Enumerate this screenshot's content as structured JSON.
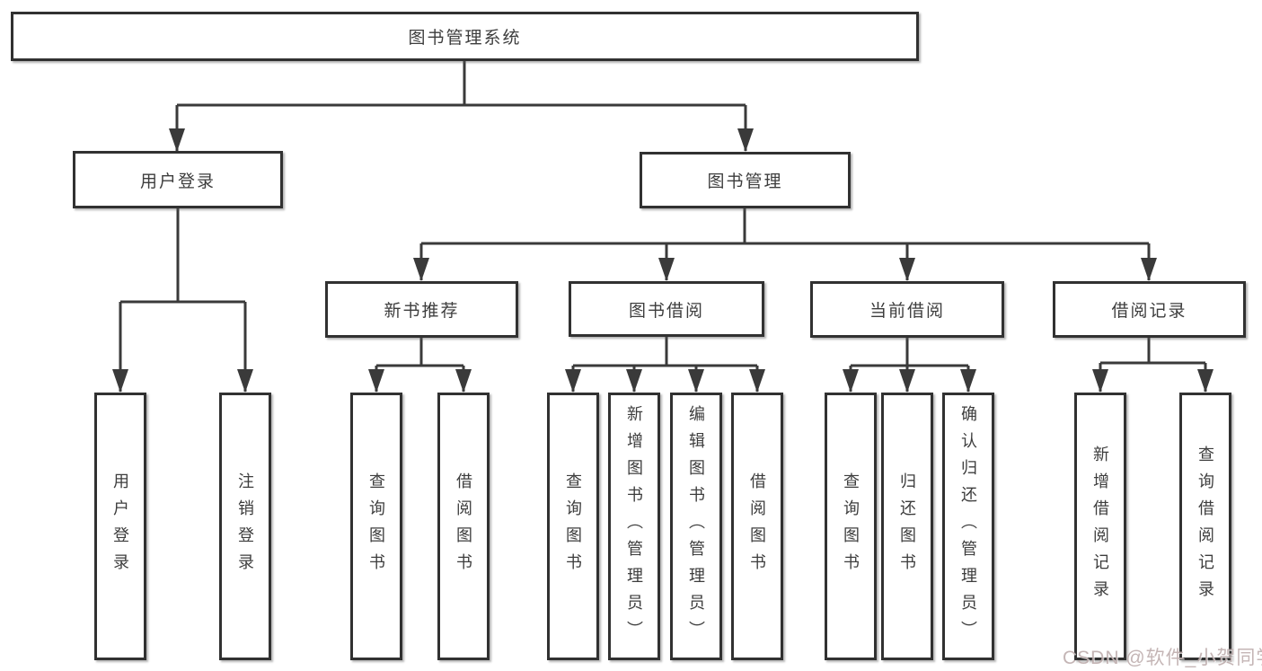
{
  "labels": {
    "root": "图书管理系统",
    "user_login": "用户登录",
    "book_mgmt": "图书管理",
    "new_book_rec": "新书推荐",
    "book_borrow": "图书借阅",
    "current_borrow": "当前借阅",
    "borrow_record": "借阅记录",
    "leaf_user_login": "用户登录",
    "leaf_logout": "注销登录",
    "leaf_query_book_1": "查询图书",
    "leaf_borrow_book_1": "借阅图书",
    "leaf_query_book_2": "查询图书",
    "leaf_add_book": "新增图书（管理员）",
    "leaf_edit_book": "编辑图书（管理员）",
    "leaf_borrow_book_2": "借阅图书",
    "leaf_query_book_3": "查询图书",
    "leaf_return_book": "归还图书",
    "leaf_confirm_return": "确认归还（管理员）",
    "leaf_add_record": "新增借阅记录",
    "leaf_query_record": "查询借阅记录"
  },
  "watermark": "CSDN @软件_小贺同学",
  "hierarchy": {
    "图书管理系统": {
      "用户登录": [
        "用户登录",
        "注销登录"
      ],
      "图书管理": {
        "新书推荐": [
          "查询图书",
          "借阅图书"
        ],
        "图书借阅": [
          "查询图书",
          "新增图书（管理员）",
          "编辑图书（管理员）",
          "借阅图书"
        ],
        "当前借阅": [
          "查询图书",
          "归还图书",
          "确认归还（管理员）"
        ],
        "借阅记录": [
          "新增借阅记录",
          "查询借阅记录"
        ]
      }
    }
  },
  "colors": {
    "line": "#3a3a3a",
    "box_border": "#313131",
    "text": "#3d3d3d",
    "background": "#ffffff",
    "watermark": "#baa8a8"
  }
}
